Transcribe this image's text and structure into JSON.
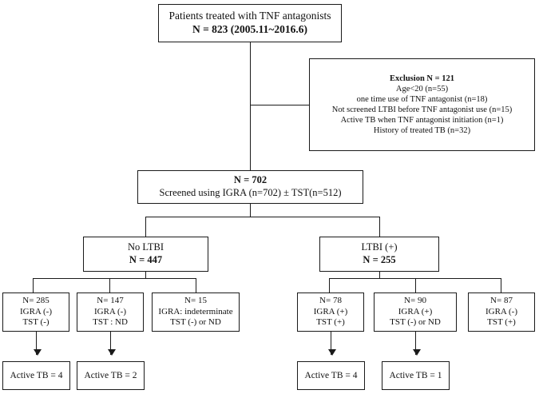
{
  "figure": {
    "type": "flowchart",
    "title": "Patient screening and outcome flow diagram",
    "background_color": "#ffffff",
    "line_color": "#1a1a1a"
  },
  "nodes": {
    "enrolled": {
      "line1": "Patients  treated  with  TNF antagonists",
      "line2": "N = 823 (2005.11~2016.6)"
    },
    "exclusion": {
      "heading": "Exclusion  N = 121",
      "items": [
        "Age<20 (n=55)",
        "one time use of TNF  antagonist (n=18)",
        "Not screened LTBI  before TNF  antagonist use (n=15)",
        "Active TB when TNF antagonist initiation (n=1)",
        "History of treated TB (n=32)"
      ]
    },
    "screened": {
      "line1": "N = 702",
      "line2": "Screened using IGRA  (n=702)  ±  TST(n=512)"
    },
    "no_ltbi": {
      "line1": "No LTBI",
      "line2": "N = 447"
    },
    "ltbi_pos": {
      "line1": "LTBI (+)",
      "line2": "N = 255"
    }
  },
  "leaves": [
    {
      "key": "left1",
      "line1": "N= 285",
      "line2": "IGRA  (-)",
      "line3": "TST (-)"
    },
    {
      "key": "left2",
      "line1": "N= 147",
      "line2": "IGRA  (-)",
      "line3": "TST : ND"
    },
    {
      "key": "left3",
      "line1": "N= 15",
      "line2": "IGRA:  indeterminate",
      "line3": "TST (-) or ND"
    },
    {
      "key": "right1",
      "line1": "N= 78",
      "line2": "IGRA (+)",
      "line3": "TST (+)"
    },
    {
      "key": "right2",
      "line1": "N=  90",
      "line2": "IGRA (+)",
      "line3": "TST (-) or ND"
    },
    {
      "key": "right3",
      "line1": "N= 87",
      "line2": "IGRA (-)",
      "line3": "TST (+)"
    }
  ],
  "outcomes": [
    {
      "key": "out_left1",
      "label": "Active TB = 4"
    },
    {
      "key": "out_left2",
      "label": "Active TB = 2"
    },
    {
      "key": "out_right1",
      "label": "Active TB = 4"
    },
    {
      "key": "out_right2",
      "label": "Active TB = 1"
    }
  ],
  "chart_data": {
    "type": "flowchart",
    "total_treated": 823,
    "period": "2005.11~2016.6",
    "excluded": 121,
    "exclusion_breakdown": [
      {
        "reason": "Age<20",
        "n": 55
      },
      {
        "reason": "one time use of TNF antagonist",
        "n": 18
      },
      {
        "reason": "Not screened LTBI before TNF antagonist use",
        "n": 15
      },
      {
        "reason": "Active TB when TNF antagonist initiation",
        "n": 1
      },
      {
        "reason": "History of treated TB",
        "n": 32
      }
    ],
    "screened": 702,
    "screened_igra": 702,
    "screened_tst": 512,
    "groups": [
      {
        "name": "No LTBI",
        "n": 447,
        "subgroups": [
          {
            "n": 285,
            "igra": "(-)",
            "tst": "(-)",
            "active_tb": 4
          },
          {
            "n": 147,
            "igra": "(-)",
            "tst": "ND",
            "active_tb": 2
          },
          {
            "n": 15,
            "igra": "indeterminate",
            "tst": "(-) or ND",
            "active_tb": null
          }
        ]
      },
      {
        "name": "LTBI (+)",
        "n": 255,
        "subgroups": [
          {
            "n": 78,
            "igra": "(+)",
            "tst": "(+)",
            "active_tb": 4
          },
          {
            "n": 90,
            "igra": "(+)",
            "tst": "(-) or ND",
            "active_tb": 1
          },
          {
            "n": 87,
            "igra": "(-)",
            "tst": "(+)",
            "active_tb": null
          }
        ]
      }
    ]
  }
}
